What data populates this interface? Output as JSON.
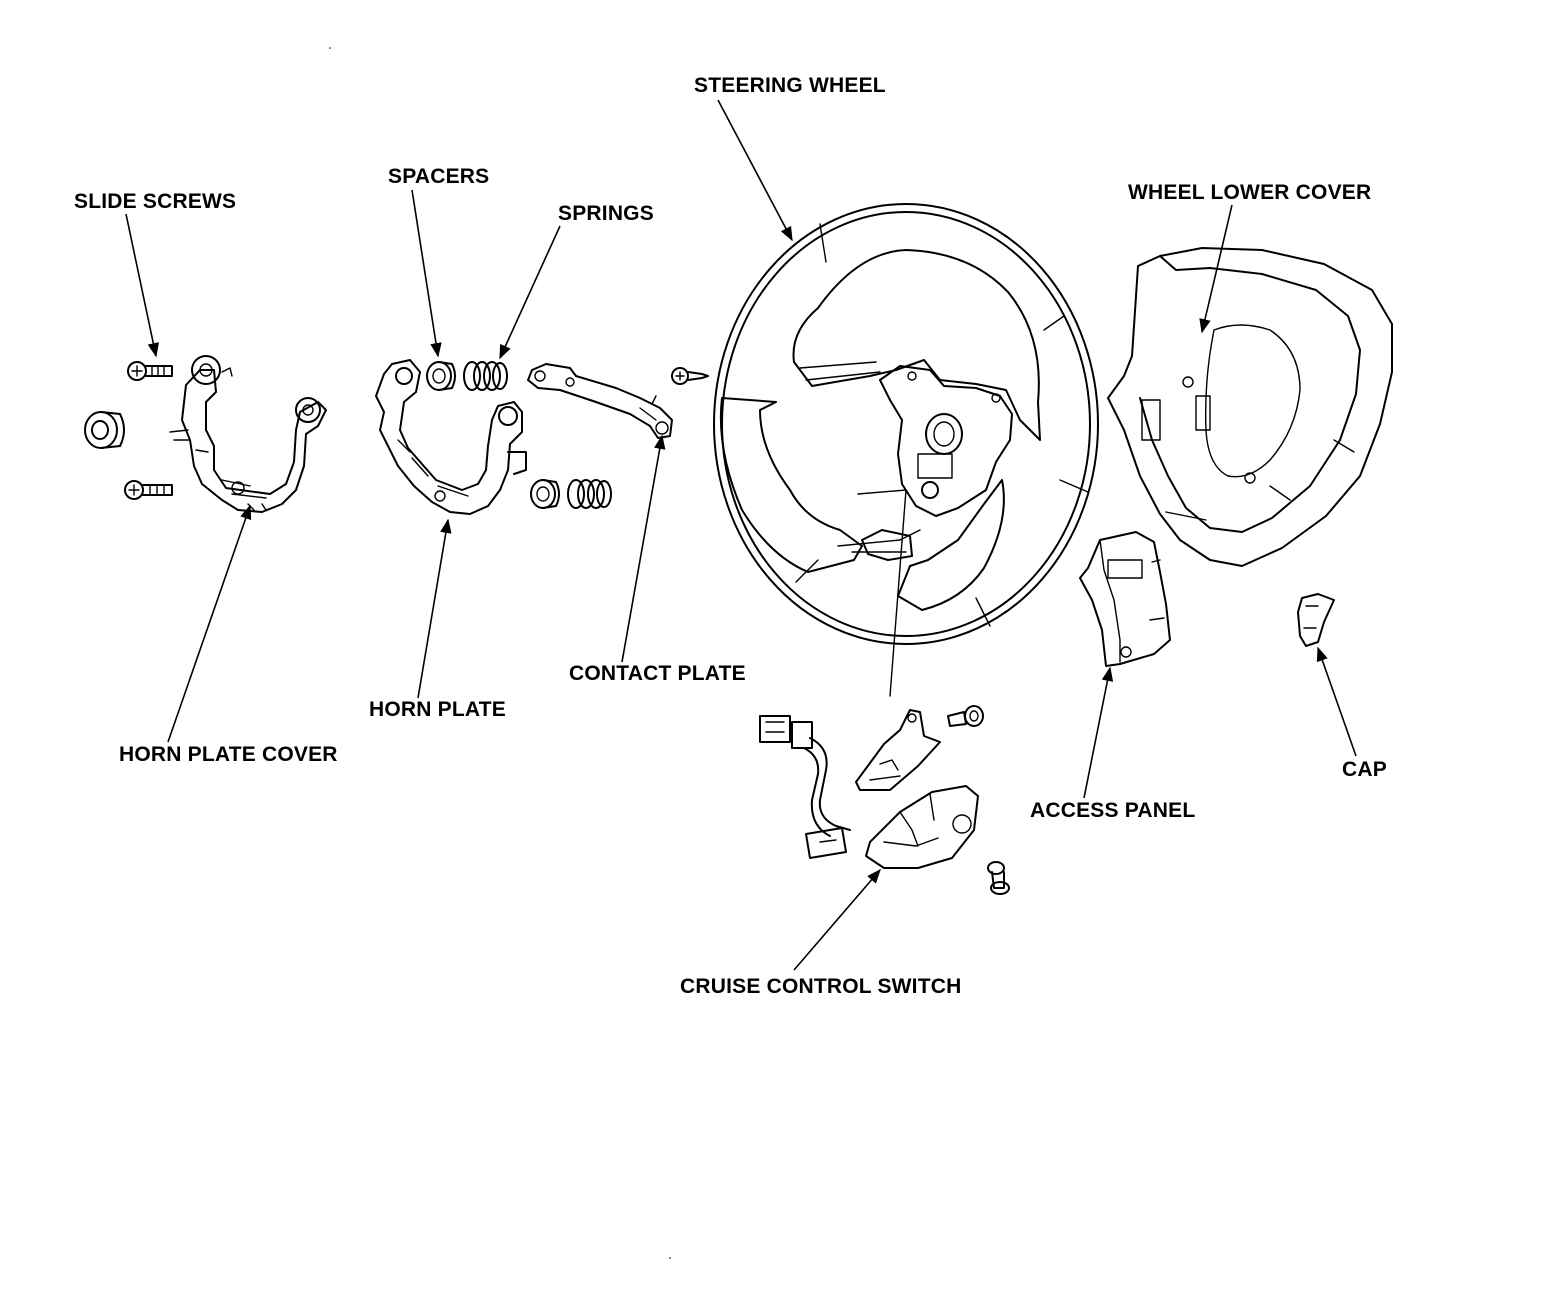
{
  "diagram": {
    "labels": {
      "steering_wheel": "STEERING WHEEL",
      "slide_screws": "SLIDE SCREWS",
      "spacers": "SPACERS",
      "springs": "SPRINGS",
      "wheel_lower_cover": "WHEEL LOWER COVER",
      "contact_plate": "CONTACT PLATE",
      "horn_plate": "HORN PLATE",
      "horn_plate_cover": "HORN PLATE COVER",
      "cap": "CAP",
      "access_panel": "ACCESS PANEL",
      "cruise_control_switch": "CRUISE CONTROL SWITCH"
    },
    "colors": {
      "ink": "#000000",
      "paper": "#ffffff"
    }
  }
}
